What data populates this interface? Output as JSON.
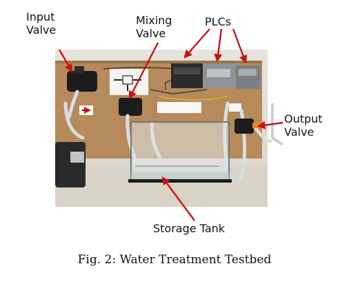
{
  "figure": {
    "callouts": {
      "input_valve": [
        "Input",
        "Valve"
      ],
      "mixing_valve": [
        "Mixing",
        "Valve"
      ],
      "plcs": "PLCs",
      "output_valve": [
        "Output",
        "Valve"
      ],
      "storage_tank": "Storage Tank"
    },
    "caption": "Fig. 2: Water Treatment Testbed",
    "arrow_color": "#cc1111"
  }
}
